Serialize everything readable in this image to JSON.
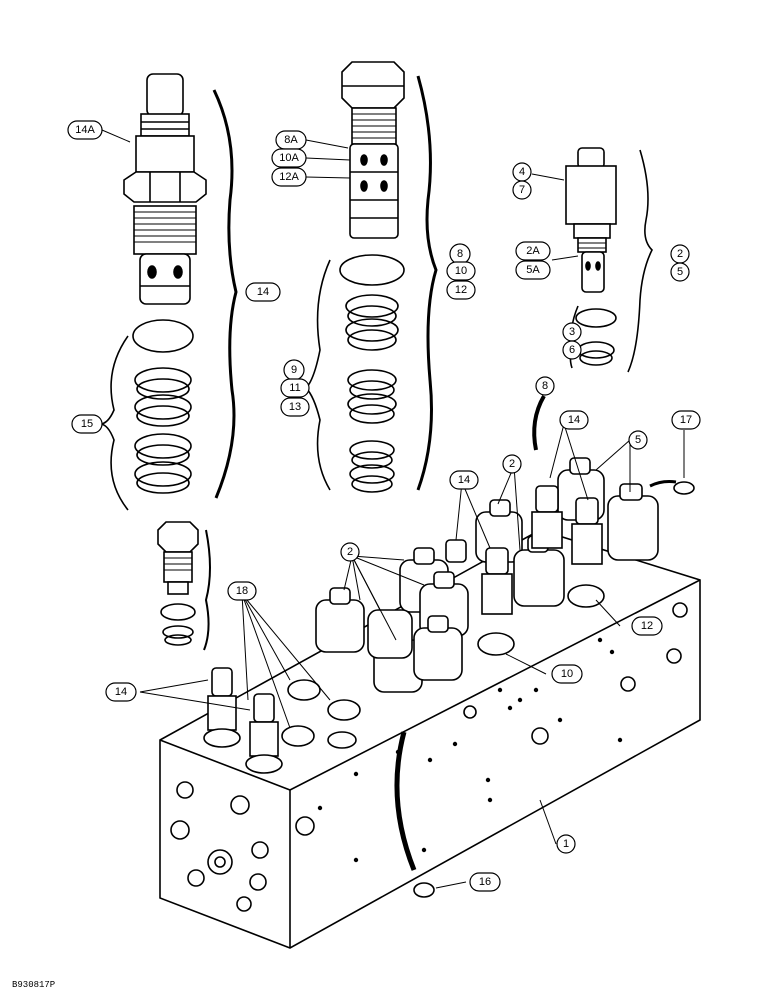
{
  "figure_code": "B930817P",
  "callouts": {
    "c14a": "14A",
    "c8a": "8A",
    "c10a": "10A",
    "c12a": "12A",
    "c4": "4",
    "c7": "7",
    "c2a": "2A",
    "c5a": "5A",
    "c2_right": "2",
    "c5_right": "5",
    "c3": "3",
    "c6": "6",
    "c14_right_brace": "14",
    "c8_group": "8",
    "c10_group": "10",
    "c12_group": "12",
    "c9": "9",
    "c11": "11",
    "c13": "13",
    "c15": "15",
    "c8_single": "8",
    "c14_top": "14",
    "c5_top": "5",
    "c17": "17",
    "c14_mid": "14",
    "c2_mid": "2",
    "c2_left": "2",
    "c18": "18",
    "c12_block": "12",
    "c10_block": "10",
    "c14_left": "14",
    "c1": "1",
    "c16": "16"
  }
}
